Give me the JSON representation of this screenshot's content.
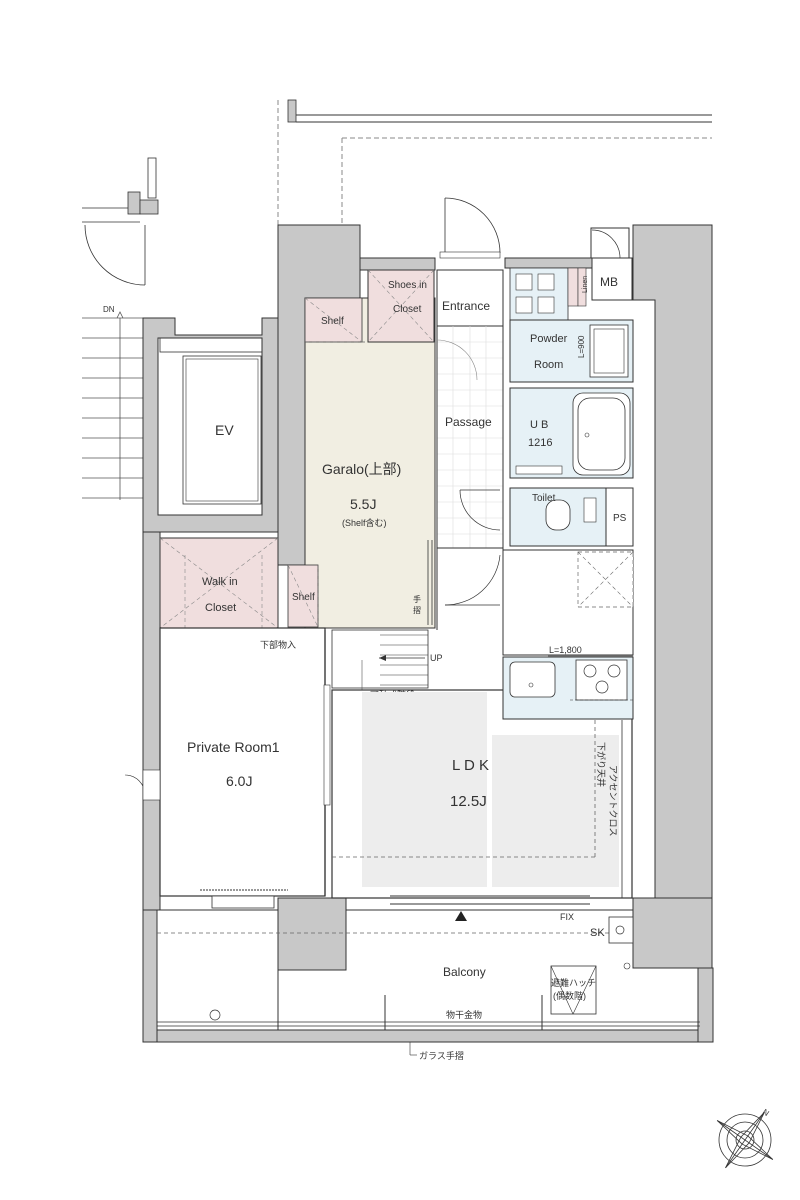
{
  "colors": {
    "wall": "#c8c8c8",
    "garalo_fill": "#f1eee2",
    "closet_fill": "#f0dede",
    "wet_fill": "#e6f1f6",
    "ldk_rug": "#ededed",
    "line": "#333333",
    "dashed": "#666666"
  },
  "rooms": {
    "ev": "EV",
    "garalo_name": "Garalo(上部)",
    "garalo_size": "5.5J",
    "garalo_note": "(Shelf含む)",
    "shelf_top": "Shelf",
    "shelf_bottom": "Shelf",
    "shoes_closet_l1": "Shoes in",
    "shoes_closet_l2": "Closet",
    "entrance": "Entrance",
    "passage": "Passage",
    "powder_l1": "Powder",
    "powder_l2": "Room",
    "ub_l1": "U B",
    "ub_l2": "1216",
    "toilet": "Toilet",
    "ps": "PS",
    "mb": "MB",
    "linen": "Linen",
    "l900": "L=900",
    "walkin_l1": "Walk in",
    "walkin_l2": "Closet",
    "private_name": "Private Room1",
    "private_size": "6.0J",
    "ldk_name": "L D K",
    "ldk_size": "12.5J",
    "balcony": "Balcony"
  },
  "annotations": {
    "dn": "DN",
    "up": "UP",
    "handrail_1": "手",
    "handrail_2": "摺",
    "underfloor_storage": "下部物入",
    "movable_stairs": "可動式階段",
    "kitchen_len": "L=1,800",
    "lowered_ceiling": "下がり天井",
    "accent_cloth": "アクセントクロス",
    "fix": "FIX",
    "sk": "SK",
    "hatch_l1": "避難ハッチ",
    "hatch_l2": "(偶数階)",
    "laundry_hardware": "物干金物",
    "glass_rail": "ガラス手摺",
    "north": "N"
  }
}
